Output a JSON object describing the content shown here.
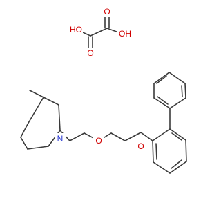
{
  "colors": {
    "bond": "#3a3a3a",
    "oxygen": "#d00000",
    "nitrogen": "#2030d0",
    "background": "#ffffff"
  },
  "atoms": {
    "ho_left": "HO",
    "oh_right": "OH",
    "o_carbonyl_left": "O",
    "o_carbonyl_right": "O",
    "n_piperidine": "N",
    "o_ether": "O",
    "o_aryl_ether": "O"
  }
}
